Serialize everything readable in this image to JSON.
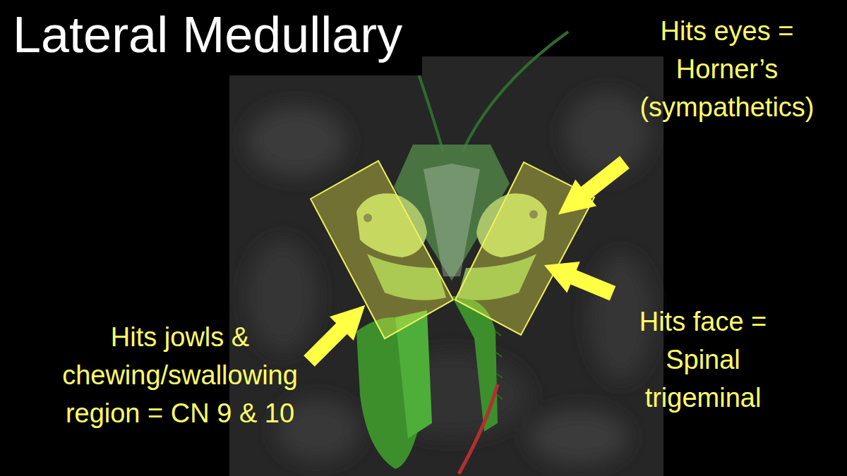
{
  "diagram": {
    "title": "Lateral Medullary",
    "labels": [
      "Hits eyes = Horner’s (sympathetics)",
      "Hits face = Spinal trigeminal",
      "Hits jowls & chewing/swallowing region = CN 9 & 10"
    ]
  }
}
